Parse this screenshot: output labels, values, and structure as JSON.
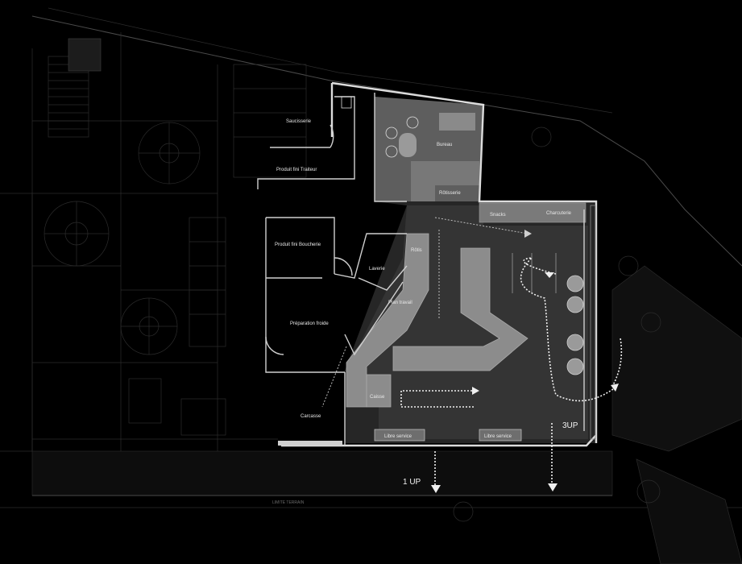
{
  "labels": {
    "saucisserie": "Saucisserie",
    "produit_fini_traiteur": "Produit fini Traiteur",
    "bureau": "Bureau",
    "rotisserie": "Rôtisserie",
    "snacks": "Snacks",
    "charcuterie": "Charcuterie",
    "produit_fini_boucherie": "Produit fini Boucherie",
    "laverie": "Laverie",
    "rotis": "Rôtis",
    "plan_travail": "Plan travail",
    "preparation_froide": "Préparation froide",
    "caisse": "Caisse",
    "carcasse": "Carcasse",
    "libre_service_1": "Libre service",
    "libre_service_2": "Libre service",
    "limite_terrain": "LIMITE TERRAIN",
    "access_1up": "1 UP",
    "access_3up": "3UP"
  },
  "colors": {
    "background": "#000000",
    "wall": "#dcdcdc",
    "shop_floor": "#3a3a3a",
    "counter": "#8a8a8a",
    "office": "#6a6a6a",
    "linework": "#2c2c2c"
  }
}
